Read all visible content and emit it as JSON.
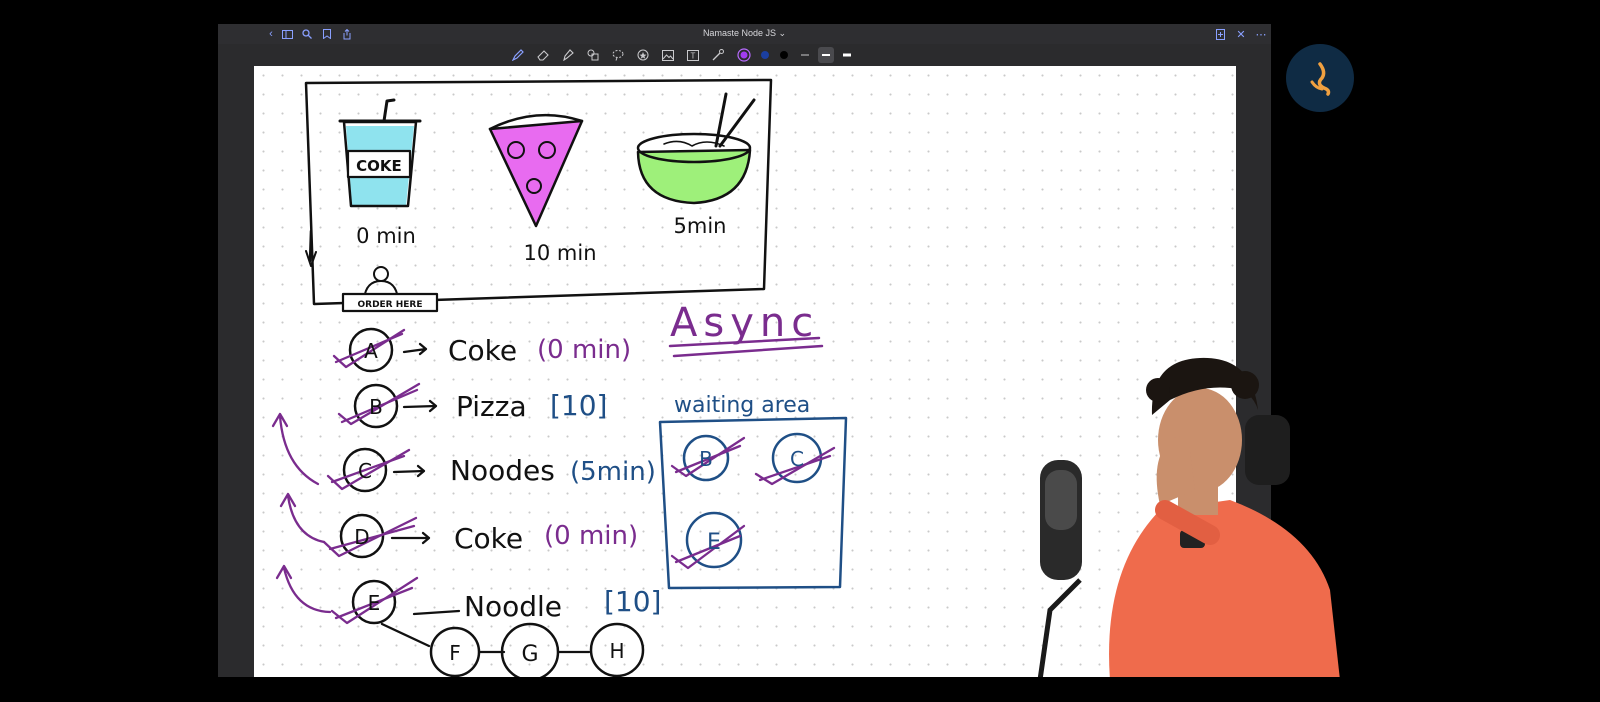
{
  "window": {
    "title": "Namaste Node JS",
    "title_chevron": "⌄"
  },
  "titlebar_left_icons": [
    "chevron-left-icon",
    "sidebar-icon",
    "search-icon",
    "bookmark-icon",
    "share-icon"
  ],
  "titlebar_right_icons": [
    "new-page-icon",
    "close-icon",
    "more-icon"
  ],
  "toolbar_tools": [
    "pen-icon",
    "eraser-icon",
    "highlighter-icon",
    "shapes-icon",
    "lasso-icon",
    "sticker-icon",
    "image-icon",
    "text-icon",
    "laser-icon"
  ],
  "colors": {
    "purple_ink": "#7a2c8e",
    "blue_ink": "#1f4f86",
    "black_ink": "#111111",
    "coke_fill": "#8fe3ee",
    "pizza_fill": "#e86bf0",
    "bowl_fill": "#9ef07a",
    "shirt": "#ef6b4c",
    "window_bar": "#2e2e31"
  },
  "drawing": {
    "counter_items": [
      {
        "name": "COKE",
        "time": "0 min"
      },
      {
        "name": "",
        "time": "10 min"
      },
      {
        "name": "",
        "time": "5min"
      }
    ],
    "order_sign": "ORDER HERE",
    "heading": "Async",
    "waiting_label": "waiting area",
    "orders": [
      {
        "id": "A",
        "item": "Coke",
        "time": "(0 min)"
      },
      {
        "id": "B",
        "item": "Pizza",
        "time": "[10]"
      },
      {
        "id": "C",
        "item": "Noodes",
        "time": "(5min)"
      },
      {
        "id": "D",
        "item": "Coke",
        "time": "(0 min)"
      },
      {
        "id": "E",
        "item": "Noodle",
        "time": "[10]"
      }
    ],
    "waiting_circles": [
      "B",
      "C",
      "E"
    ],
    "queue_chain": [
      "F",
      "G",
      "H"
    ]
  }
}
